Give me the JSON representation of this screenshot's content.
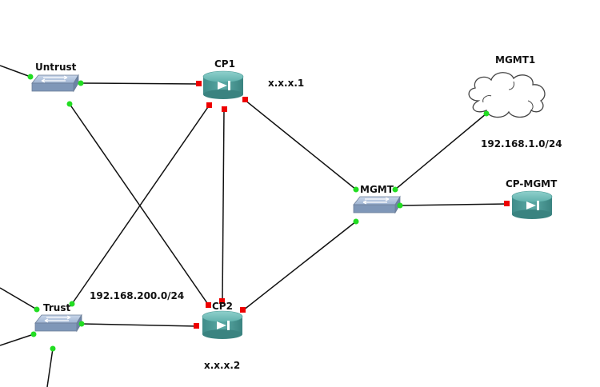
{
  "nodes": {
    "untrust": {
      "label": "Untrust",
      "icon": "ethernet-switch-icon"
    },
    "trust": {
      "label": "Trust",
      "icon": "ethernet-switch-icon"
    },
    "mgmt": {
      "label": "MGMT",
      "icon": "ethernet-switch-icon"
    },
    "cp1": {
      "label": "CP1",
      "icon": "router-icon"
    },
    "cp2": {
      "label": "CP2",
      "icon": "router-icon"
    },
    "cp_mgmt": {
      "label": "CP-MGMT",
      "icon": "router-icon"
    },
    "mgmt1": {
      "label": "MGMT1",
      "icon": "cloud-icon"
    }
  },
  "annotations": {
    "cp1_ip": "x.x.x.1",
    "cp2_ip": "x.x.x.2",
    "mgmt_subnet": "192.168.1.0/24",
    "trust_subnet": "192.168.200.0/24"
  },
  "colors": {
    "link": "#111111",
    "port_up": "#22dd22",
    "port_down": "#ee0000",
    "router": "#4e9c9a",
    "switch": "#8aa2c2",
    "cloud_outline": "#444444"
  }
}
